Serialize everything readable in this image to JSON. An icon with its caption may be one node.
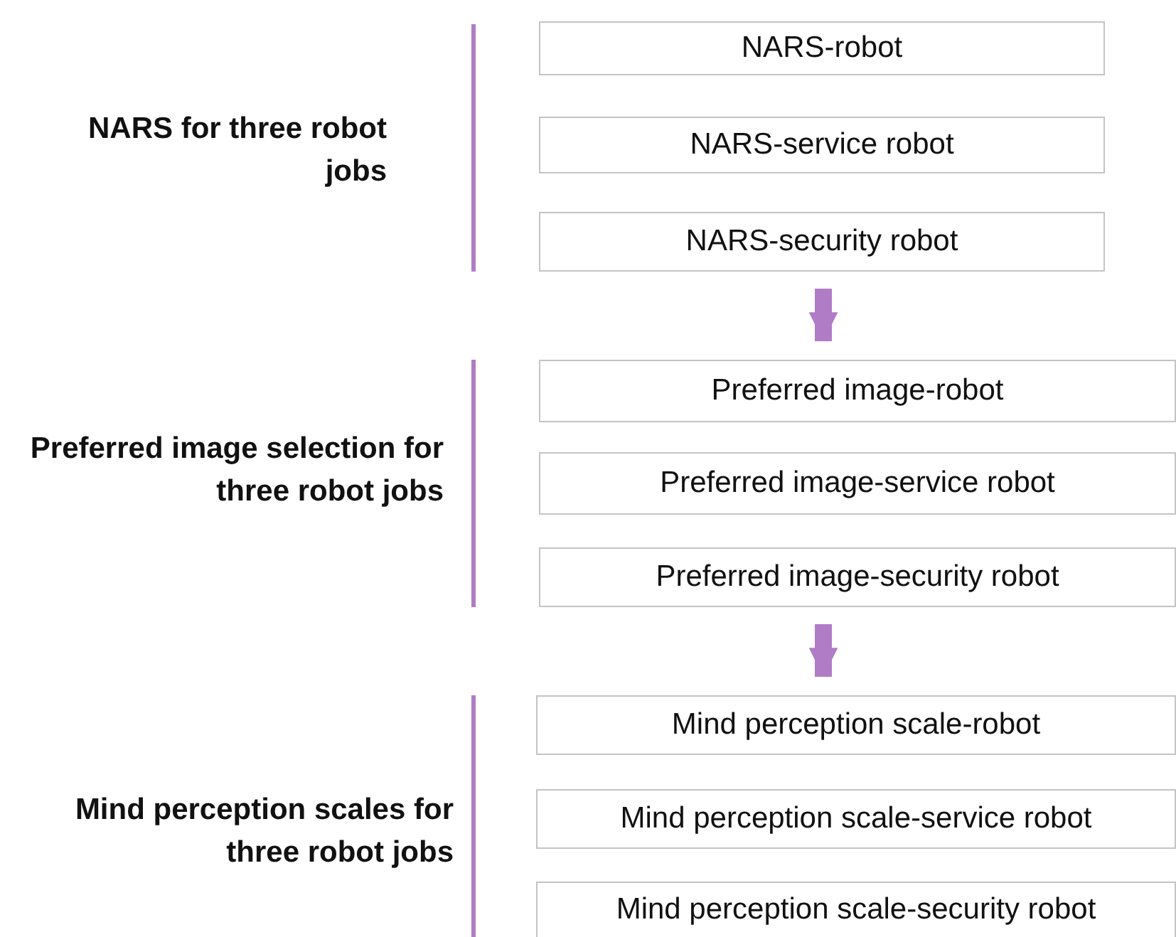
{
  "diagram": {
    "nodes": [
      {
        "text": [
          "NARS-robot"
        ]
      },
      {
        "text": [
          "NARS-service robot"
        ]
      },
      {
        "text": [
          "NARS-security robot"
        ]
      },
      {
        "text": [
          "Preferred image-robot"
        ]
      },
      {
        "text": [
          "Preferred image-service robot"
        ]
      },
      {
        "text": [
          "Preferred image-security robot"
        ]
      },
      {
        "text": [
          "Mind perception scale-robot"
        ]
      },
      {
        "text": [
          "Mind perception scale-service robot"
        ]
      },
      {
        "text": [
          "Mind perception scale-security robot"
        ]
      }
    ],
    "edges": [
      {
        "from": 2,
        "to": 3,
        "arrow": "to"
      },
      {
        "from": 5,
        "to": 6,
        "arrow": "to"
      }
    ],
    "labels": [
      "NARS for three robot jobs",
      "Preferred image selection for three robot jobs",
      "Mind perception scales for three robot jobs"
    ]
  }
}
